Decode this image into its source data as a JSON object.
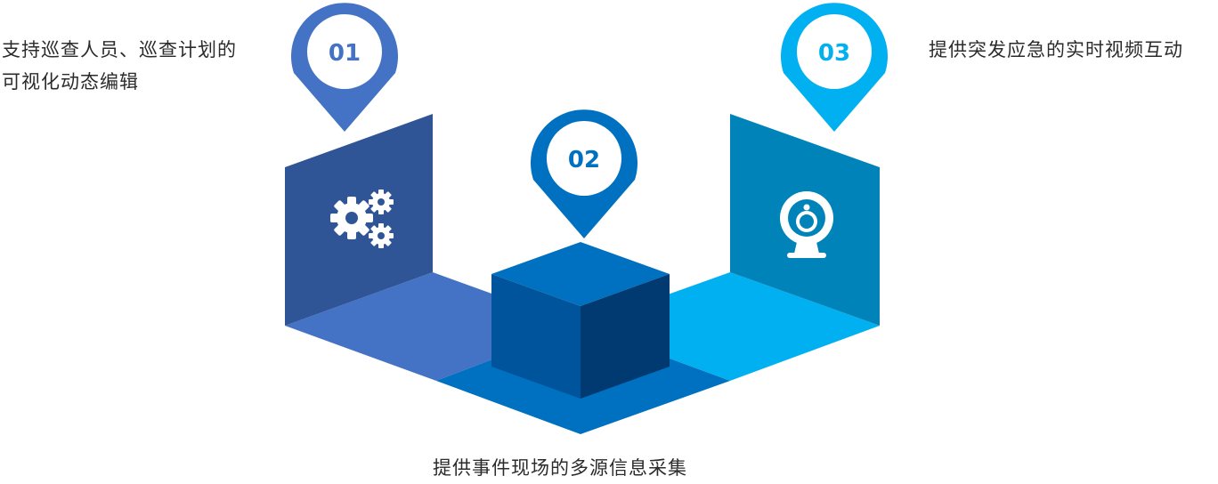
{
  "items": [
    {
      "number": "01",
      "text_line1": "支持巡查人员、巡查计划的",
      "text_line2": "可视化动态编辑",
      "icon": "gears-icon",
      "color": "#4472c4"
    },
    {
      "number": "02",
      "text": "提供事件现场的多源信息采集",
      "icon": "cube-icon",
      "color": "#0070c0"
    },
    {
      "number": "03",
      "text": "提供突发应急的实时视频互动",
      "icon": "webcam-icon",
      "color": "#00b0f0"
    }
  ]
}
